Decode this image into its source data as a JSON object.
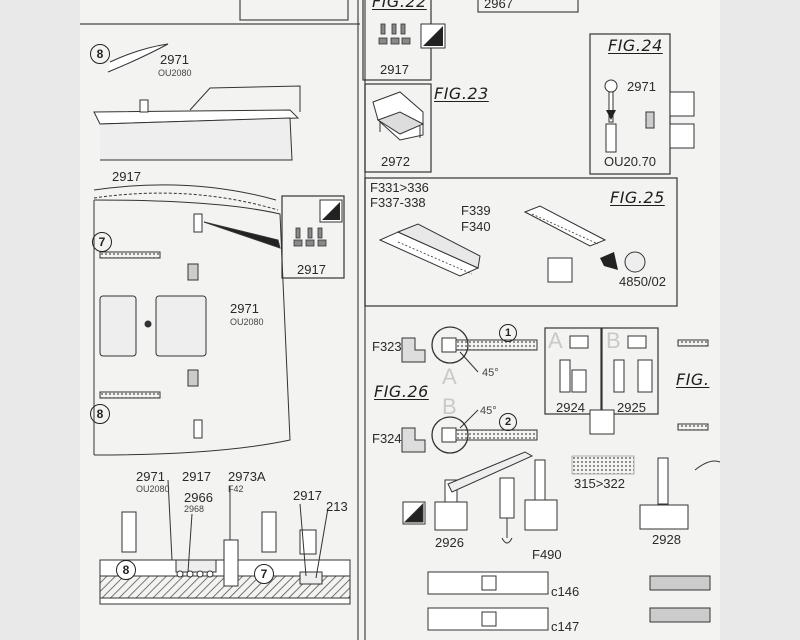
{
  "fig_titles": {
    "fig22": "FIG.22",
    "fig23": "FIG.23",
    "fig24": "FIG.24",
    "fig25": "FIG.25",
    "fig26": "FIG.26",
    "fig27": "FIG."
  },
  "parts": {
    "p2967": "2967",
    "p2971_a": "2971",
    "ou2080_a": "OU2080",
    "p2917_top": "2917",
    "p2917_box": "2917",
    "p2971_b": "2971",
    "ou2080_b": "OU2080",
    "p2971_c": "2971",
    "ou2080_c": "OU2080",
    "p2917_mid": "2917",
    "p2966": "2966",
    "p2968": "2968",
    "p2973a": "2973A",
    "f42": "F42",
    "p2917_low": "2917",
    "p213": "213",
    "p2917_fig22": "2917",
    "p2972": "2972",
    "p2971_fig24": "2971",
    "ou2070": "OU20.70",
    "f331": "F331>336",
    "f337": "F337-338",
    "f339": "F339",
    "f340": "F340",
    "p4850": "4850/02",
    "f323": "F323",
    "f324": "F324",
    "deg45_a": "45°",
    "deg45_b": "45°",
    "p2924": "2924",
    "p2925": "2925",
    "p315": "315>322",
    "p2926": "2926",
    "f490": "F490",
    "p2928": "2928",
    "c146": "c146",
    "c147": "c147"
  },
  "step_markers": {
    "s8_a": "8",
    "s7_a": "7",
    "s8_b": "8",
    "s8_c": "8",
    "s7_b": "7",
    "s1": "1",
    "s2": "2"
  },
  "variant_letters": {
    "A_main": "A",
    "B_main": "B",
    "A_box": "A",
    "B_box": "B"
  }
}
